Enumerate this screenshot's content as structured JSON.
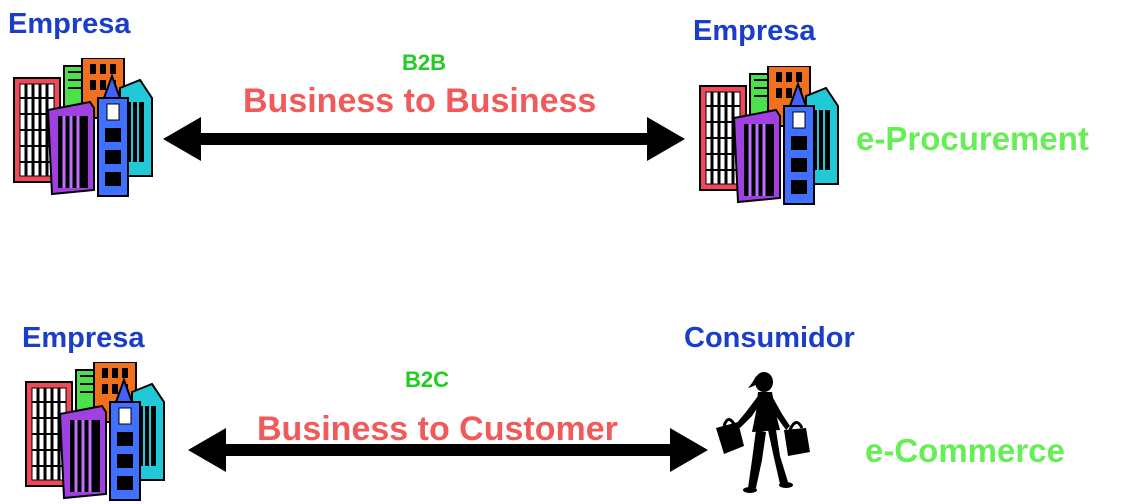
{
  "b2b": {
    "left_label": "Empresa",
    "right_label": "Empresa",
    "code": "B2B",
    "title": "Business to Business",
    "side_text": "e-Procurement"
  },
  "b2c": {
    "left_label": "Empresa",
    "right_label": "Consumidor",
    "code": "B2C",
    "title": "Business to Customer",
    "side_text": "e-Commerce"
  },
  "icons": {
    "company": "office-buildings-icon",
    "consumer": "shopper-silhouette-icon",
    "link": "double-headed-arrow-icon"
  },
  "colors": {
    "entity_label": "#1a3ec8",
    "code": "#22cc22",
    "title": "#f05a5a",
    "side_text": "#66ee55",
    "arrow": "#000000"
  }
}
